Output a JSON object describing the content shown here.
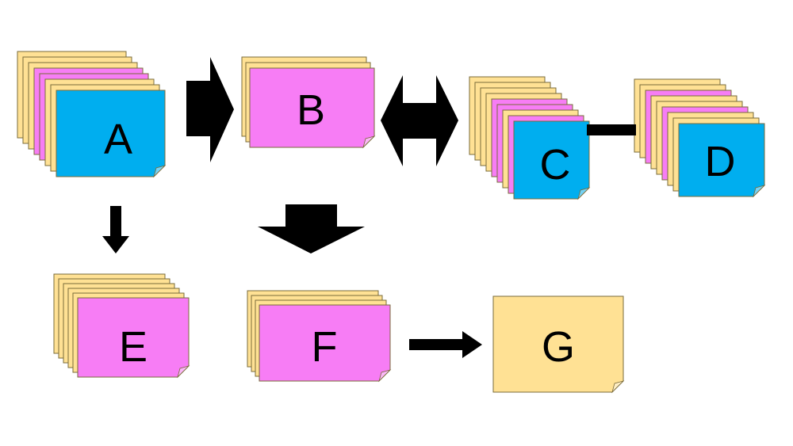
{
  "colors": {
    "yellow": "#FFE194",
    "pink": "#F77DF5",
    "blue": "#00AEEF",
    "outline": "#7A6B3A",
    "arrow": "#000000"
  },
  "notes": {
    "A": {
      "label": "A",
      "stack": [
        "yellow",
        "yellow",
        "yellow",
        "pink",
        "pink",
        "yellow",
        "yellow",
        "blue"
      ]
    },
    "B": {
      "label": "B",
      "stack": [
        "yellow",
        "yellow",
        "pink"
      ]
    },
    "C": {
      "label": "C",
      "stack": [
        "yellow",
        "yellow",
        "yellow",
        "yellow",
        "pink",
        "pink",
        "yellow",
        "pink",
        "blue"
      ]
    },
    "D": {
      "label": "D",
      "stack": [
        "yellow",
        "yellow",
        "pink",
        "yellow",
        "yellow",
        "pink",
        "yellow",
        "yellow",
        "blue"
      ]
    },
    "E": {
      "label": "E",
      "stack": [
        "yellow",
        "yellow",
        "yellow",
        "yellow",
        "yellow",
        "pink"
      ]
    },
    "F": {
      "label": "F",
      "stack": [
        "yellow",
        "yellow",
        "yellow",
        "pink"
      ]
    },
    "G": {
      "label": "G",
      "stack": [
        "yellow"
      ]
    }
  },
  "connectors": [
    {
      "from": "A",
      "to": "B",
      "kind": "block-arrow"
    },
    {
      "from": "B",
      "to": "C",
      "kind": "double-block-arrow"
    },
    {
      "from": "C",
      "to": "D",
      "kind": "line"
    },
    {
      "from": "A",
      "to": "E",
      "kind": "arrow-down"
    },
    {
      "from": "B",
      "to": "F",
      "kind": "block-arrow-down"
    },
    {
      "from": "F",
      "to": "G",
      "kind": "arrow"
    }
  ]
}
